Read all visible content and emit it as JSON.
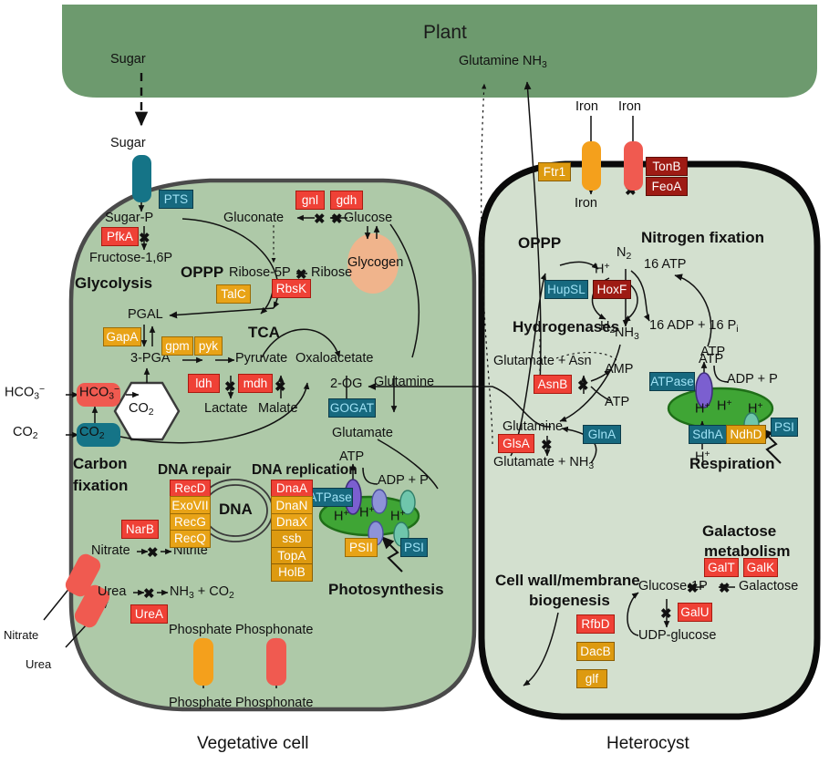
{
  "figure": {
    "plant_label": "Plant",
    "vegetative_cell_label": "Vegetative cell",
    "heterocyst_label": "Heterocyst"
  },
  "legend_colors": {
    "downregulated_red": "#ef4136",
    "strong_down_dark_red": "#9e1b14",
    "upregulated_amber": "#e8a317",
    "teal_protein": "#17697f",
    "plant_green": "#6d9a6e",
    "cell_green": "#aec9a8",
    "heterocyst_green": "#d3e0cf",
    "glycogen_orange": "#f0b48c",
    "thylakoid_green": "#3fa535"
  },
  "vegetative_cell": {
    "external": {
      "sugar_outside": "Sugar",
      "sugar_periplasm": "Sugar",
      "hco3_out": "HCO3-",
      "co2_out": "CO2",
      "nitrate_out": "Nitrate",
      "urea_out": "Urea",
      "phosphate_out": "Phosphate",
      "phosphonate_out": "Phosphonate"
    },
    "transporters": [
      {
        "name": "sugar-transporter",
        "color": "#157487",
        "blocked": false
      },
      {
        "name": "bicarbonate-transporter",
        "color": "#f05a50",
        "blocked": true
      },
      {
        "name": "co2-transporter",
        "color": "#157487",
        "blocked": false
      },
      {
        "name": "nitrate-transporter",
        "color": "#f05a50",
        "blocked": true
      },
      {
        "name": "urea-transporter",
        "color": "#f05a50",
        "blocked": true
      },
      {
        "name": "phosphate-transporter",
        "color": "#f4a01c",
        "blocked": false
      },
      {
        "name": "phosphonate-transporter",
        "color": "#f05a50",
        "blocked": true
      }
    ],
    "sections": {
      "glycolysis": "Glycolysis",
      "oppp": "OPPP",
      "tca": "TCA",
      "carbon_fixation_l1": "Carbon",
      "carbon_fixation_l2": "fixation",
      "dna_repair": "DNA repair",
      "dna_replication": "DNA replication",
      "photosynthesis": "Photosynthesis"
    },
    "metabolites": {
      "sugar_p": "Sugar-P",
      "fructose16p": "Fructose-1,6P",
      "gluconate": "Gluconate",
      "glucose": "Glucose",
      "ribose5p": "Ribose-5P",
      "ribose": "Ribose",
      "glycogen": "Glycogen",
      "pgal": "PGAL",
      "pga3": "3-PGA",
      "pyruvate": "Pyruvate",
      "oxaloacetate": "Oxaloacetate",
      "lactate": "Lactate",
      "malate": "Malate",
      "two_og": "2-OG",
      "glutamine": "Glutamine",
      "glutamate": "Glutamate",
      "hco3_in": "HCO3-",
      "co2_in": "CO2",
      "co2_carboxysome": "CO2",
      "nitrate_in": "Nitrate",
      "nitrite": "Nitrite",
      "urea_in": "Urea",
      "nh3_co2": "NH3 + CO2",
      "phosphate_in": "Phosphate",
      "phosphonate_in": "Phosphonate",
      "dna": "DNA",
      "atp": "ATP",
      "adp_p": "ADP + P",
      "proton": "H+"
    },
    "genes": {
      "pts": "PTS",
      "pfka": "PfkA",
      "gnl": "gnl",
      "gdh": "gdh",
      "talc": "TalC",
      "rbsk": "RbsK",
      "gapa": "GapA",
      "gpm": "gpm",
      "pyk": "pyk",
      "ldh": "ldh",
      "mdh": "mdh",
      "gogat": "GOGAT",
      "narb": "NarB",
      "urea_a": "UreA",
      "atpase": "ATPase",
      "psii": "PSII",
      "psi": "PSI"
    },
    "dna_repair_genes": [
      {
        "label": "RecD",
        "color": "red"
      },
      {
        "label": "ExoVII",
        "color": "amber"
      },
      {
        "label": "RecG",
        "color": "amber"
      },
      {
        "label": "RecQ",
        "color": "amber"
      }
    ],
    "dna_replication_genes": [
      {
        "label": "DnaA",
        "color": "red"
      },
      {
        "label": "DnaN",
        "color": "amber"
      },
      {
        "label": "DnaX",
        "color": "amber"
      },
      {
        "label": "ssb",
        "color": "amber2"
      },
      {
        "label": "TopA",
        "color": "amber2"
      },
      {
        "label": "HolB",
        "color": "amber2"
      }
    ]
  },
  "heterocyst": {
    "external": {
      "glutamine_to_plant": "Glutamine",
      "nh3_to_plant": "NH3",
      "iron_out_1": "Iron",
      "iron_out_2": "Iron",
      "iron_in": "Iron"
    },
    "sections": {
      "oppp": "OPPP",
      "nitrogen_fixation": "Nitrogen fixation",
      "hydrogenases": "Hydrogenases",
      "respiration": "Respiration",
      "galactose_l1": "Galactose",
      "galactose_l2": "metabolism",
      "cellwall_l1": "Cell wall/membrane",
      "cellwall_l2": "biogenesis"
    },
    "metabolites": {
      "n2": "N2",
      "nh3": "NH3",
      "h_plus": "H+",
      "h2": "H2",
      "atp16": "16 ATP",
      "adp16": "16 ADP + 16 Pi",
      "atp": "ATP",
      "adp_p": "ADP + P",
      "glutamate_asn": "Glutamate + Asn",
      "amp": "AMP",
      "atp2": "ATP",
      "glutamine": "Glutamine",
      "glutamate_nh3": "Glutamate + NH3",
      "glucose1p": "Glucose-1P",
      "galactose": "Galactose",
      "udp_glucose": "UDP-glucose",
      "proton": "H+"
    },
    "genes": {
      "ftr1": "Ftr1",
      "tonb": "TonB",
      "feoa": "FeoA",
      "hupsl": "HupSL",
      "hoxf": "HoxF",
      "asnb": "AsnB",
      "glna": "GlnA",
      "glsa": "GlsA",
      "atpase": "ATPase",
      "sdha": "SdhA",
      "ndhd": "NdhD",
      "psi": "PSI",
      "galt": "GalT",
      "galk": "GalK",
      "galu": "GalU",
      "rfbd": "RfbD",
      "dacb": "DacB",
      "glf": "glf"
    }
  }
}
